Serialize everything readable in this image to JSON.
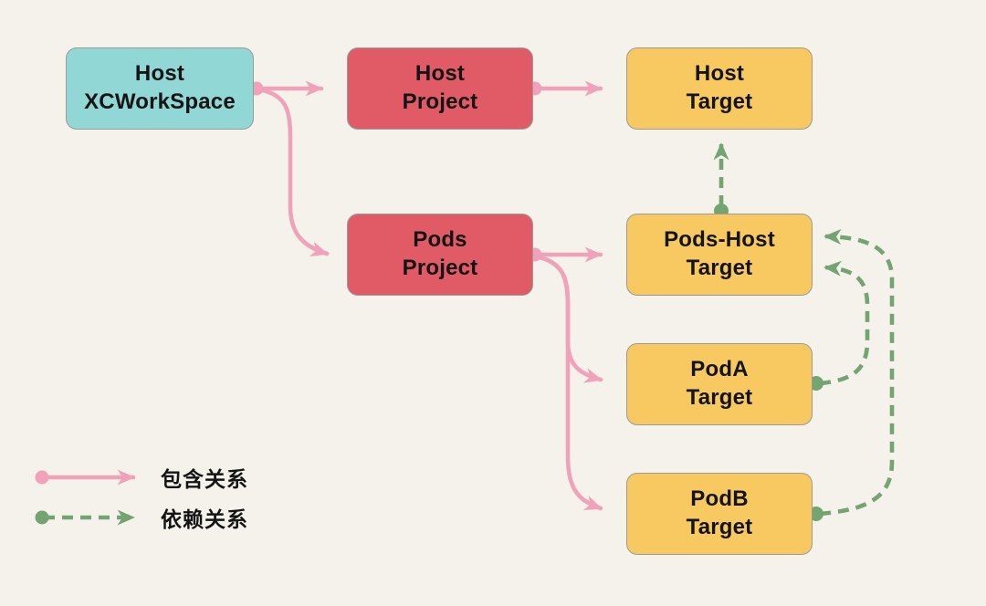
{
  "diagram": {
    "title": "",
    "nodes": [
      {
        "id": "host-xcworkspace",
        "label": "Host\nXCWorkSpace",
        "type": "workspace",
        "fill": "#90D7D5"
      },
      {
        "id": "host-project",
        "label": "Host\nProject",
        "type": "project",
        "fill": "#E05B66"
      },
      {
        "id": "host-target",
        "label": "Host\nTarget",
        "type": "target",
        "fill": "#F8C961"
      },
      {
        "id": "pods-project",
        "label": "Pods\nProject",
        "type": "project",
        "fill": "#E05B66"
      },
      {
        "id": "pods-host-target",
        "label": "Pods-Host\nTarget",
        "type": "target",
        "fill": "#F8C961"
      },
      {
        "id": "poda-target",
        "label": "PodA\nTarget",
        "type": "target",
        "fill": "#F8C961"
      },
      {
        "id": "podb-target",
        "label": "PodB\nTarget",
        "type": "target",
        "fill": "#F8C961"
      }
    ],
    "edges": [
      {
        "from": "host-xcworkspace",
        "to": "host-project",
        "type": "contains"
      },
      {
        "from": "host-xcworkspace",
        "to": "pods-project",
        "type": "contains"
      },
      {
        "from": "host-project",
        "to": "host-target",
        "type": "contains"
      },
      {
        "from": "pods-project",
        "to": "pods-host-target",
        "type": "contains"
      },
      {
        "from": "pods-project",
        "to": "poda-target",
        "type": "contains"
      },
      {
        "from": "pods-project",
        "to": "podb-target",
        "type": "contains"
      },
      {
        "from": "pods-host-target",
        "to": "host-target",
        "type": "depends"
      },
      {
        "from": "poda-target",
        "to": "pods-host-target",
        "type": "depends"
      },
      {
        "from": "podb-target",
        "to": "pods-host-target",
        "type": "depends"
      }
    ]
  },
  "legend": {
    "items": [
      {
        "id": "contains",
        "label": "包含关系",
        "style": "solid",
        "color": "#F0A2BB"
      },
      {
        "id": "depends",
        "label": "依赖关系",
        "style": "dashed",
        "color": "#73A472"
      }
    ]
  },
  "colors": {
    "bg": "#F4F2EA",
    "teal": "#90D7D5",
    "red": "#E05B66",
    "yellow": "#F8C961",
    "pink": "#F0A2BB",
    "green": "#73A472",
    "border": "#9B9B99",
    "text": "#141414"
  }
}
